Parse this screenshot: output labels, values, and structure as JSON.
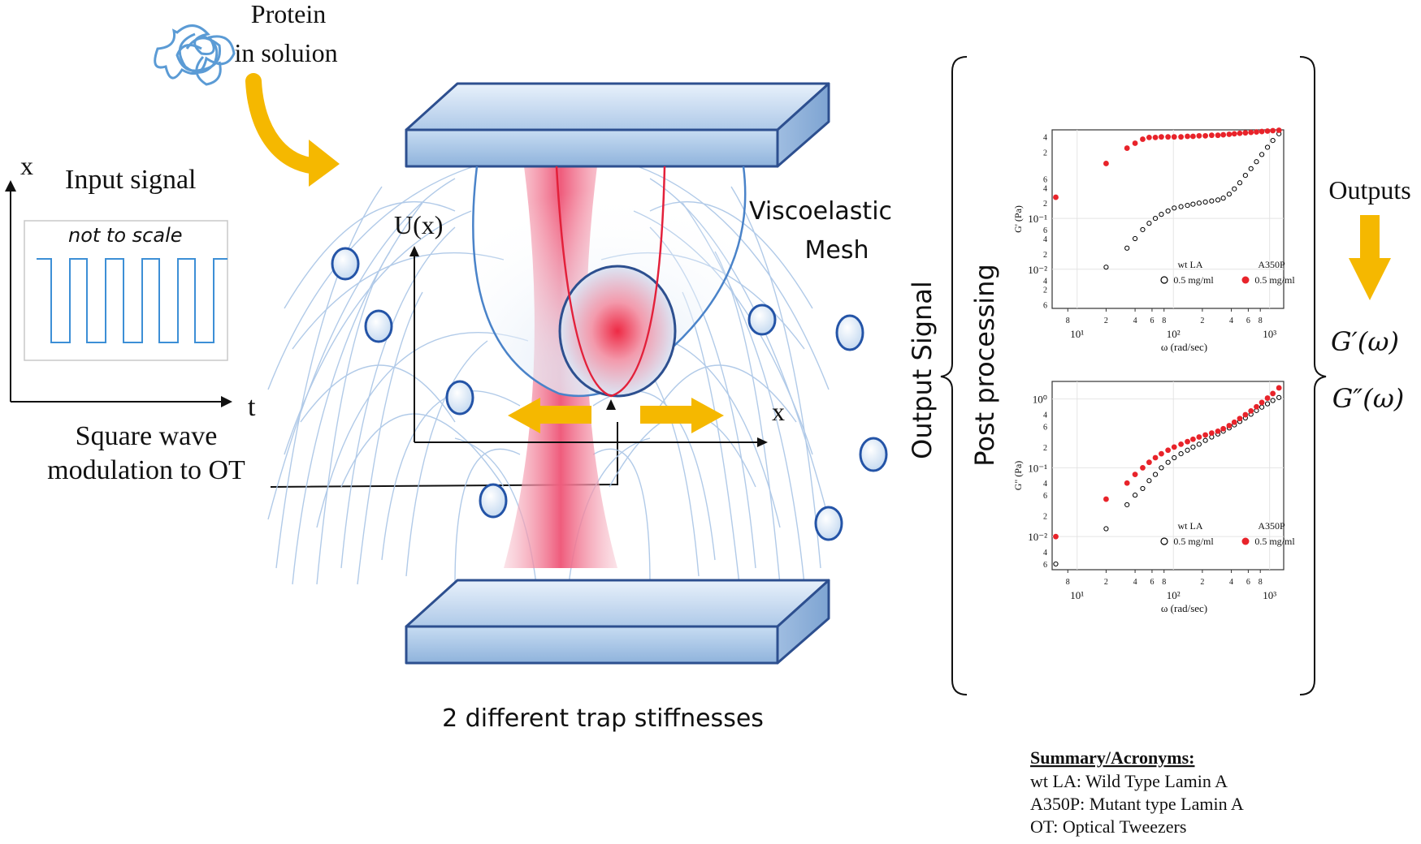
{
  "protein": {
    "line1": "Protein",
    "line2": "in soluion"
  },
  "input": {
    "x_axis": "x",
    "title": "Input signal",
    "note": "not to scale",
    "t_axis": "t",
    "caption_line1": "Square wave",
    "caption_line2": "modulation to OT"
  },
  "trap": {
    "potential_label": "U(x)",
    "x_label": "x",
    "mesh_line1": "Viscoelastic",
    "mesh_line2": "Mesh",
    "stiffness_caption": "2 different trap stiffnesses"
  },
  "labels": {
    "output_signal": "Output Signal",
    "post_processing": "Post processing",
    "outputs": "Outputs",
    "g_prime": "G′(ω)",
    "g_double_prime": "G″(ω)"
  },
  "chart_data": [
    {
      "type": "scatter",
      "ylabel": "G' (Pa)",
      "xlabel": "ω (rad/sec)",
      "xscale": "log",
      "yscale": "log",
      "xlim": [
        5.5,
        1400
      ],
      "ylim": [
        0.0017,
        5.5
      ],
      "x_ticks": [
        "10¹",
        "10²",
        "10³"
      ],
      "x_minor": [
        "8",
        "2",
        "4",
        "6",
        "8",
        "2",
        "4",
        "6",
        "8"
      ],
      "y_ticks": [
        "10⁻²",
        "10⁻¹"
      ],
      "y_minor": [
        "4",
        "2",
        "6",
        "4",
        "2",
        "6",
        "4",
        "2"
      ],
      "legend": [
        {
          "name": "wt LA",
          "sub": "0.5 mg/ml",
          "marker": "open-circle",
          "color": "#000000"
        },
        {
          "name": "A350P",
          "sub": "0.5 mg/ml",
          "marker": "filled-circle",
          "color": "#e8232a"
        }
      ],
      "series": [
        {
          "name": "wt LA",
          "points": [
            [
              20,
              0.011
            ],
            [
              33,
              0.026
            ],
            [
              40,
              0.04
            ],
            [
              48,
              0.06
            ],
            [
              56,
              0.08
            ],
            [
              65,
              0.1
            ],
            [
              75,
              0.12
            ],
            [
              88,
              0.14
            ],
            [
              102,
              0.16
            ],
            [
              120,
              0.17
            ],
            [
              140,
              0.18
            ],
            [
              160,
              0.19
            ],
            [
              185,
              0.2
            ],
            [
              215,
              0.21
            ],
            [
              250,
              0.22
            ],
            [
              290,
              0.23
            ],
            [
              330,
              0.25
            ],
            [
              380,
              0.3
            ],
            [
              430,
              0.38
            ],
            [
              490,
              0.5
            ],
            [
              560,
              0.7
            ],
            [
              640,
              0.95
            ],
            [
              730,
              1.3
            ],
            [
              830,
              1.8
            ],
            [
              950,
              2.5
            ],
            [
              1080,
              3.4
            ],
            [
              1250,
              4.6
            ]
          ]
        },
        {
          "name": "A350P",
          "points": [
            [
              6,
              0.26
            ],
            [
              20,
              1.2
            ],
            [
              33,
              2.4
            ],
            [
              40,
              3.0
            ],
            [
              48,
              3.6
            ],
            [
              56,
              3.9
            ],
            [
              65,
              3.9
            ],
            [
              75,
              4.0
            ],
            [
              88,
              4.0
            ],
            [
              102,
              4.0
            ],
            [
              120,
              4.0
            ],
            [
              140,
              4.1
            ],
            [
              160,
              4.1
            ],
            [
              185,
              4.2
            ],
            [
              215,
              4.2
            ],
            [
              250,
              4.3
            ],
            [
              290,
              4.3
            ],
            [
              330,
              4.4
            ],
            [
              380,
              4.5
            ],
            [
              430,
              4.6
            ],
            [
              490,
              4.7
            ],
            [
              560,
              4.8
            ],
            [
              640,
              4.9
            ],
            [
              730,
              5.0
            ],
            [
              830,
              5.1
            ],
            [
              950,
              5.2
            ],
            [
              1080,
              5.3
            ],
            [
              1250,
              5.4
            ]
          ]
        }
      ]
    },
    {
      "type": "scatter",
      "ylabel": "G\" (Pa)",
      "xlabel": "ω (rad/sec)",
      "xscale": "log",
      "yscale": "log",
      "xlim": [
        5.5,
        1400
      ],
      "ylim": [
        0.0033,
        1.8
      ],
      "x_ticks": [
        "10¹",
        "10²",
        "10³"
      ],
      "x_minor": [
        "8",
        "2",
        "4",
        "6",
        "8",
        "2",
        "4",
        "6",
        "8"
      ],
      "y_ticks": [
        "10⁻²",
        "10⁻¹",
        "10⁰"
      ],
      "y_minor": [
        "4",
        "6",
        "2",
        "4",
        "6",
        "2",
        "4",
        "6"
      ],
      "legend": [
        {
          "name": "wt LA",
          "sub": "0.5 mg/ml",
          "marker": "open-circle",
          "color": "#000000"
        },
        {
          "name": "A350P",
          "sub": "0.5 mg/ml",
          "marker": "filled-circle",
          "color": "#e8232a"
        }
      ],
      "series": [
        {
          "name": "wt LA",
          "points": [
            [
              6,
              0.004
            ],
            [
              20,
              0.013
            ],
            [
              33,
              0.029
            ],
            [
              40,
              0.04
            ],
            [
              48,
              0.05
            ],
            [
              56,
              0.065
            ],
            [
              65,
              0.08
            ],
            [
              75,
              0.1
            ],
            [
              88,
              0.12
            ],
            [
              102,
              0.14
            ],
            [
              120,
              0.16
            ],
            [
              140,
              0.18
            ],
            [
              160,
              0.2
            ],
            [
              185,
              0.22
            ],
            [
              215,
              0.25
            ],
            [
              250,
              0.28
            ],
            [
              290,
              0.31
            ],
            [
              330,
              0.34
            ],
            [
              380,
              0.38
            ],
            [
              430,
              0.42
            ],
            [
              490,
              0.47
            ],
            [
              560,
              0.53
            ],
            [
              640,
              0.6
            ],
            [
              730,
              0.68
            ],
            [
              830,
              0.76
            ],
            [
              950,
              0.85
            ],
            [
              1080,
              0.95
            ],
            [
              1250,
              1.05
            ]
          ]
        },
        {
          "name": "A350P",
          "points": [
            [
              6,
              0.01
            ],
            [
              20,
              0.035
            ],
            [
              33,
              0.06
            ],
            [
              40,
              0.08
            ],
            [
              48,
              0.1
            ],
            [
              56,
              0.12
            ],
            [
              65,
              0.14
            ],
            [
              75,
              0.16
            ],
            [
              88,
              0.18
            ],
            [
              102,
              0.2
            ],
            [
              120,
              0.22
            ],
            [
              140,
              0.24
            ],
            [
              160,
              0.26
            ],
            [
              185,
              0.28
            ],
            [
              215,
              0.3
            ],
            [
              250,
              0.32
            ],
            [
              290,
              0.34
            ],
            [
              330,
              0.37
            ],
            [
              380,
              0.41
            ],
            [
              430,
              0.46
            ],
            [
              490,
              0.52
            ],
            [
              560,
              0.59
            ],
            [
              640,
              0.67
            ],
            [
              730,
              0.77
            ],
            [
              830,
              0.89
            ],
            [
              950,
              1.03
            ],
            [
              1080,
              1.2
            ],
            [
              1250,
              1.45
            ]
          ]
        }
      ]
    }
  ],
  "summary": {
    "heading": "Summary/Acronyms:",
    "lines": [
      "wt LA: Wild Type Lamin A",
      "A350P: Mutant type Lamin A",
      "OT: Optical Tweezers"
    ]
  }
}
